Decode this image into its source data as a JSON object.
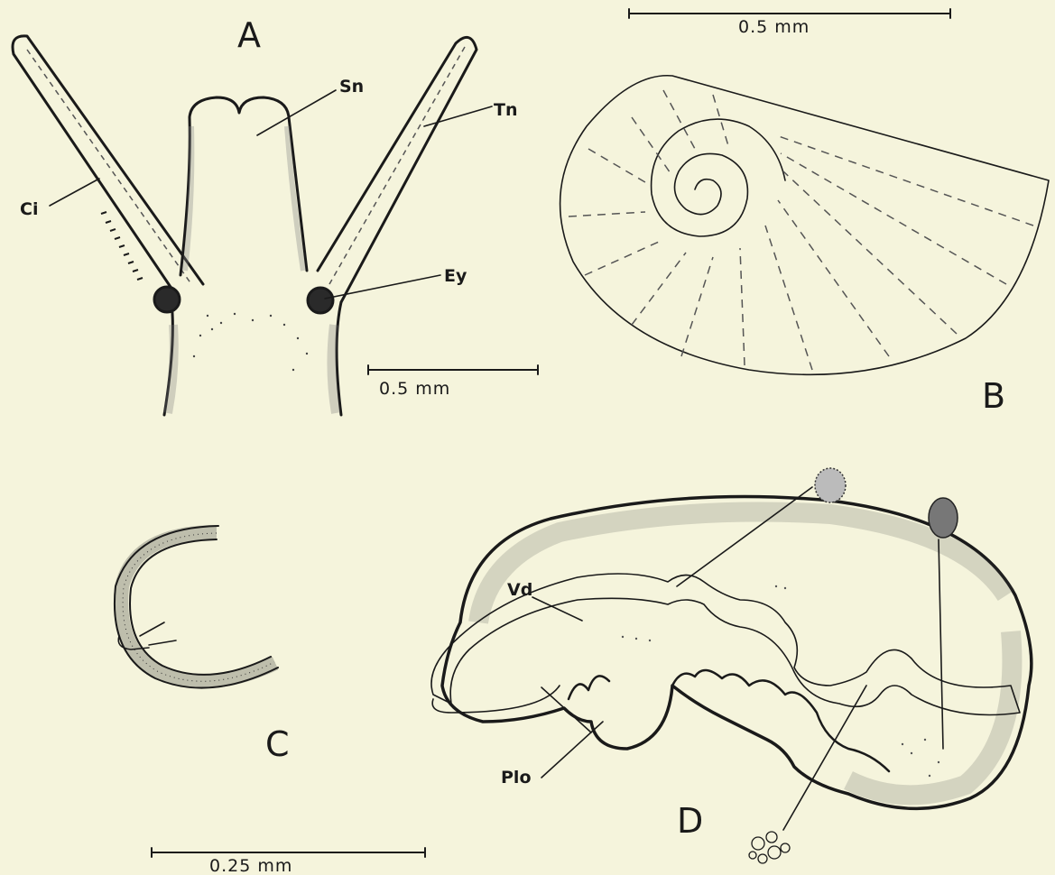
{
  "panels": {
    "a": {
      "letter": "A"
    },
    "b": {
      "letter": "B"
    },
    "c": {
      "letter": "C"
    },
    "d": {
      "letter": "D"
    }
  },
  "labels": {
    "sn": "Sn",
    "tn": "Tn",
    "ci": "Ci",
    "ey": "Ey",
    "vd": "Vd",
    "plo": "Plo"
  },
  "scale_bars": {
    "a": "0.5 mm",
    "b": "0.5 mm",
    "c": "0.25 mm"
  },
  "colors": {
    "background": "#f5f4dc",
    "ink": "#1a1a1a"
  }
}
